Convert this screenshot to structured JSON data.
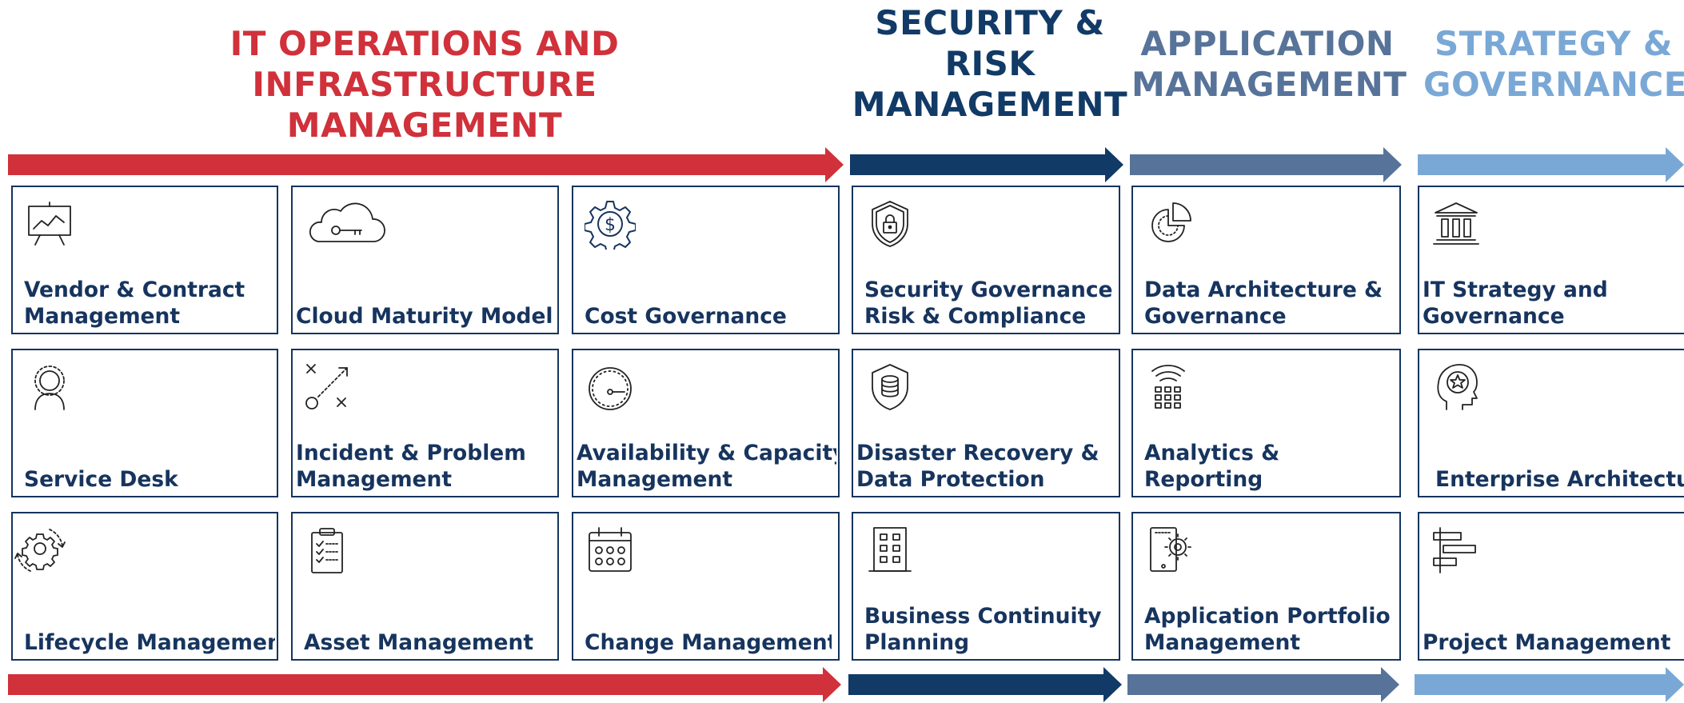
{
  "colors": {
    "operations": "#d0313a",
    "security": "#113a66",
    "application": "#577399",
    "strategy": "#7aa8d6",
    "card_border": "#16345e",
    "card_text": "#16345e"
  },
  "sections": {
    "operations": {
      "title_line1": "IT OPERATIONS AND INFRASTRUCTURE",
      "title_line2": "MANAGEMENT"
    },
    "security": {
      "title_line1": "SECURITY &",
      "title_line2": "RISK",
      "title_line3": "MANAGEMENT"
    },
    "application": {
      "title_line1": "APPLICATION",
      "title_line2": "MANAGEMENT"
    },
    "strategy": {
      "title_line1": "STRATEGY &",
      "title_line2": "GOVERNANCE"
    }
  },
  "cards": {
    "vendor_contract": {
      "line1": "Vendor & Contract",
      "line2": "Management",
      "icon": "presentation-chart-icon"
    },
    "cloud_maturity": {
      "line1": "Cloud Maturity Model",
      "line2": "",
      "icon": "cloud-key-icon"
    },
    "cost_governance": {
      "line1": "Cost Governance",
      "line2": "",
      "icon": "gear-dollar-icon"
    },
    "security_governance": {
      "line1": "Security Governance,",
      "line2": "Risk & Compliance",
      "icon": "shield-lock-icon"
    },
    "data_architecture": {
      "line1": "Data Architecture &",
      "line2": "Governance",
      "icon": "pie-chart-icon"
    },
    "it_strategy": {
      "line1": "IT Strategy and",
      "line2": "Governance",
      "icon": "bank-building-icon"
    },
    "service_desk": {
      "line1": "Service Desk",
      "line2": "",
      "icon": "user-headset-icon"
    },
    "incident_problem": {
      "line1": "Incident & Problem",
      "line2": "Management",
      "icon": "strategy-play-icon"
    },
    "availability_capacity": {
      "line1": "Availability & Capacity",
      "line2": "Management",
      "icon": "speedometer-icon"
    },
    "disaster_recovery": {
      "line1": "Disaster Recovery &",
      "line2": "Data Protection",
      "icon": "shield-database-icon"
    },
    "analytics_reporting": {
      "line1": "Analytics &",
      "line2": "Reporting",
      "icon": "wifi-grid-icon"
    },
    "enterprise_architecture": {
      "line1": "Enterprise Architecture",
      "line2": "",
      "icon": "head-star-icon"
    },
    "lifecycle": {
      "line1": "Lifecycle Management",
      "line2": "",
      "icon": "gear-cycle-icon"
    },
    "asset": {
      "line1": "Asset Management",
      "line2": "",
      "icon": "clipboard-checklist-icon"
    },
    "change": {
      "line1": "Change Management",
      "line2": "",
      "icon": "calendar-icon"
    },
    "business_continuity": {
      "line1": "Business Continuity",
      "line2": "Planning",
      "icon": "office-building-icon"
    },
    "application_portfolio": {
      "line1": "Application Portfolio",
      "line2": "Management",
      "icon": "tablet-gear-icon"
    },
    "project_management": {
      "line1": "Project Management",
      "line2": "",
      "icon": "gantt-chart-icon"
    }
  }
}
